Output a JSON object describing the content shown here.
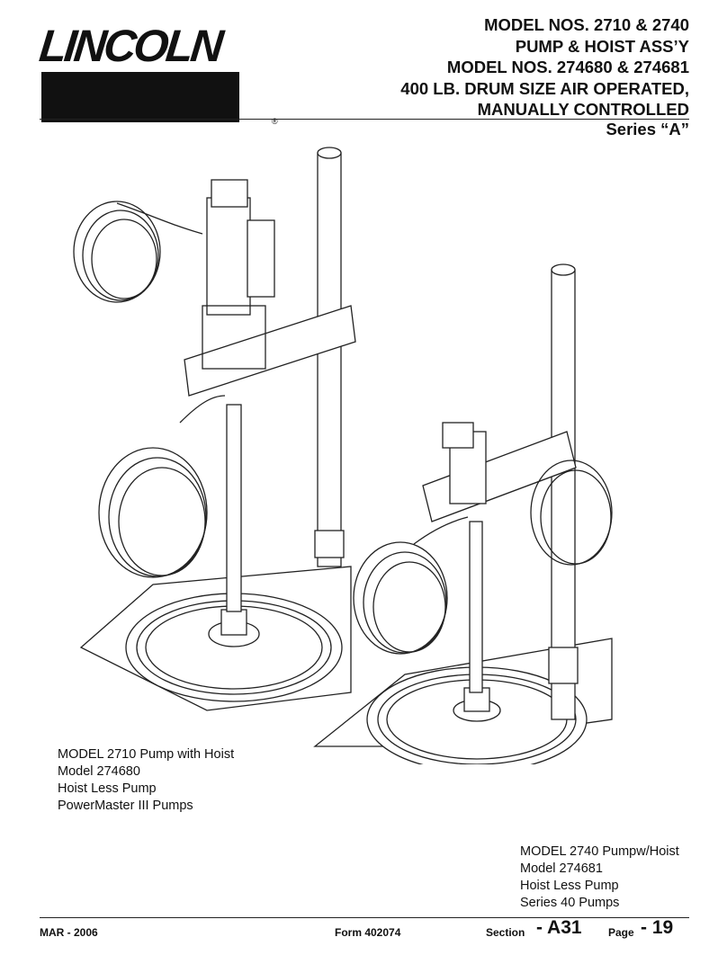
{
  "brand": {
    "name": "LINCOLN",
    "registered": "®"
  },
  "title": {
    "lines": [
      "MODEL NOS. 2710 & 2740",
      "PUMP & HOIST ASS’Y",
      "MODEL NOS. 274680 & 274681",
      "400 LB. DRUM SIZE AIR OPERATED,",
      "MANUALLY CONTROLLED"
    ],
    "series": "Series “A”"
  },
  "captions": {
    "left": [
      "MODEL 2710 Pump with Hoist",
      "Model 274680",
      "Hoist Less Pump",
      "PowerMaster III Pumps"
    ],
    "right": [
      "MODEL 2740 Pumpw/Hoist",
      "Model 274681",
      "Hoist Less Pump",
      "Series 40 Pumps"
    ]
  },
  "footer": {
    "date": "MAR - 2006",
    "form": "Form 402074",
    "section_label": "Section",
    "section_value": "- A31",
    "page_label": "Page",
    "page_value": "- 19"
  }
}
